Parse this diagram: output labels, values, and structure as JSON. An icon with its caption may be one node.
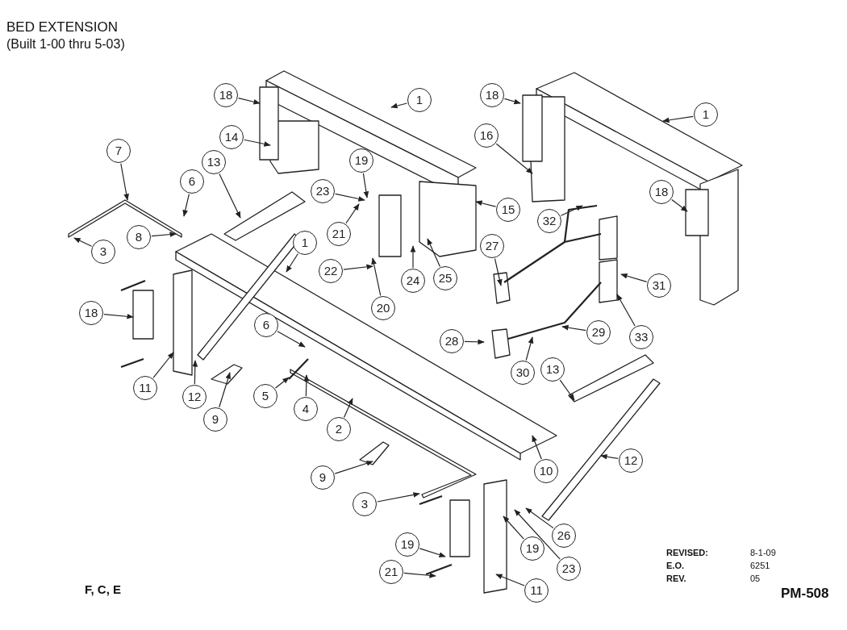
{
  "diagram": {
    "title": "BED EXTENSION",
    "nodes": [
      {
        "text": [
          "18"
        ]
      },
      {
        "text": [
          "1"
        ]
      },
      {
        "text": [
          "18"
        ]
      },
      {
        "text": [
          "1"
        ]
      },
      {
        "text": [
          "14"
        ]
      },
      {
        "text": [
          "16"
        ]
      },
      {
        "text": [
          "7"
        ]
      },
      {
        "text": [
          "13"
        ]
      },
      {
        "text": [
          "6"
        ]
      },
      {
        "text": [
          "19"
        ]
      },
      {
        "text": [
          "23"
        ]
      },
      {
        "text": [
          "15"
        ]
      },
      {
        "text": [
          "18"
        ]
      },
      {
        "text": [
          "32"
        ]
      },
      {
        "text": [
          "21"
        ]
      },
      {
        "text": [
          "8"
        ]
      },
      {
        "text": [
          "3"
        ]
      },
      {
        "text": [
          "1"
        ]
      },
      {
        "text": [
          "22"
        ]
      },
      {
        "text": [
          "24"
        ]
      },
      {
        "text": [
          "25"
        ]
      },
      {
        "text": [
          "27"
        ]
      },
      {
        "text": [
          "31"
        ]
      },
      {
        "text": [
          "20"
        ]
      },
      {
        "text": [
          "18"
        ]
      },
      {
        "text": [
          "6"
        ]
      },
      {
        "text": [
          "28"
        ]
      },
      {
        "text": [
          "29"
        ]
      },
      {
        "text": [
          "33"
        ]
      },
      {
        "text": [
          "30"
        ]
      },
      {
        "text": [
          "11"
        ]
      },
      {
        "text": [
          "12"
        ]
      },
      {
        "text": [
          "9"
        ]
      },
      {
        "text": [
          "5"
        ]
      },
      {
        "text": [
          "4"
        ]
      },
      {
        "text": [
          "13"
        ]
      },
      {
        "text": [
          "2"
        ]
      },
      {
        "text": [
          "10"
        ]
      },
      {
        "text": [
          "12"
        ]
      },
      {
        "text": [
          "9"
        ]
      },
      {
        "text": [
          "3"
        ]
      },
      {
        "text": [
          "19"
        ]
      },
      {
        "text": [
          "26"
        ]
      },
      {
        "text": [
          "19"
        ]
      },
      {
        "text": [
          "21"
        ]
      },
      {
        "text": [
          "23"
        ]
      },
      {
        "text": [
          "11"
        ]
      }
    ],
    "edges": [
      {
        "from": 0,
        "to": null,
        "arrow": "to"
      },
      {
        "from": 1,
        "to": null,
        "arrow": "to"
      },
      {
        "from": 2,
        "to": null,
        "arrow": "to"
      },
      {
        "from": 3,
        "to": null,
        "arrow": "to"
      },
      {
        "from": 4,
        "to": null,
        "arrow": "to"
      },
      {
        "from": 5,
        "to": null,
        "arrow": "to"
      },
      {
        "from": 6,
        "to": null,
        "arrow": "to"
      },
      {
        "from": 7,
        "to": null,
        "arrow": "to"
      },
      {
        "from": 8,
        "to": null,
        "arrow": "to"
      },
      {
        "from": 9,
        "to": null,
        "arrow": "to"
      },
      {
        "from": 10,
        "to": null,
        "arrow": "to"
      },
      {
        "from": 11,
        "to": null,
        "arrow": "to"
      },
      {
        "from": 12,
        "to": null,
        "arrow": "to"
      },
      {
        "from": 13,
        "to": null,
        "arrow": "to"
      },
      {
        "from": 14,
        "to": null,
        "arrow": "to"
      },
      {
        "from": 15,
        "to": null,
        "arrow": "to"
      },
      {
        "from": 16,
        "to": null,
        "arrow": "to"
      },
      {
        "from": 17,
        "to": null,
        "arrow": "to"
      },
      {
        "from": 18,
        "to": null,
        "arrow": "to"
      },
      {
        "from": 19,
        "to": null,
        "arrow": "to"
      },
      {
        "from": 20,
        "to": null,
        "arrow": "to"
      },
      {
        "from": 21,
        "to": null,
        "arrow": "to"
      },
      {
        "from": 22,
        "to": null,
        "arrow": "to"
      },
      {
        "from": 23,
        "to": null,
        "arrow": "to"
      },
      {
        "from": 24,
        "to": null,
        "arrow": "to"
      },
      {
        "from": 25,
        "to": null,
        "arrow": "to"
      },
      {
        "from": 26,
        "to": null,
        "arrow": "to"
      },
      {
        "from": 27,
        "to": null,
        "arrow": "to"
      },
      {
        "from": 28,
        "to": null,
        "arrow": "to"
      },
      {
        "from": 29,
        "to": null,
        "arrow": "to"
      },
      {
        "from": 30,
        "to": null,
        "arrow": "to"
      },
      {
        "from": 31,
        "to": null,
        "arrow": "to"
      },
      {
        "from": 32,
        "to": null,
        "arrow": "to"
      },
      {
        "from": 33,
        "to": null,
        "arrow": "to"
      },
      {
        "from": 34,
        "to": null,
        "arrow": "to"
      },
      {
        "from": 35,
        "to": null,
        "arrow": "to"
      },
      {
        "from": 36,
        "to": null,
        "arrow": "to"
      },
      {
        "from": 37,
        "to": null,
        "arrow": "to"
      },
      {
        "from": 38,
        "to": null,
        "arrow": "to"
      },
      {
        "from": 39,
        "to": null,
        "arrow": "to"
      },
      {
        "from": 40,
        "to": null,
        "arrow": "to"
      },
      {
        "from": 41,
        "to": null,
        "arrow": "to"
      },
      {
        "from": 42,
        "to": null,
        "arrow": "to"
      },
      {
        "from": 43,
        "to": null,
        "arrow": "to"
      },
      {
        "from": 44,
        "to": null,
        "arrow": "to"
      },
      {
        "from": 45,
        "to": null,
        "arrow": "to"
      },
      {
        "from": 46,
        "to": null,
        "arrow": "to"
      }
    ],
    "labels": [
      "(Built 1-00 thru 5-03)",
      "F, C, E",
      "REVISED:",
      "8-1-09",
      "E.O.",
      "6251",
      "REV.",
      "05",
      "PM-508"
    ]
  }
}
